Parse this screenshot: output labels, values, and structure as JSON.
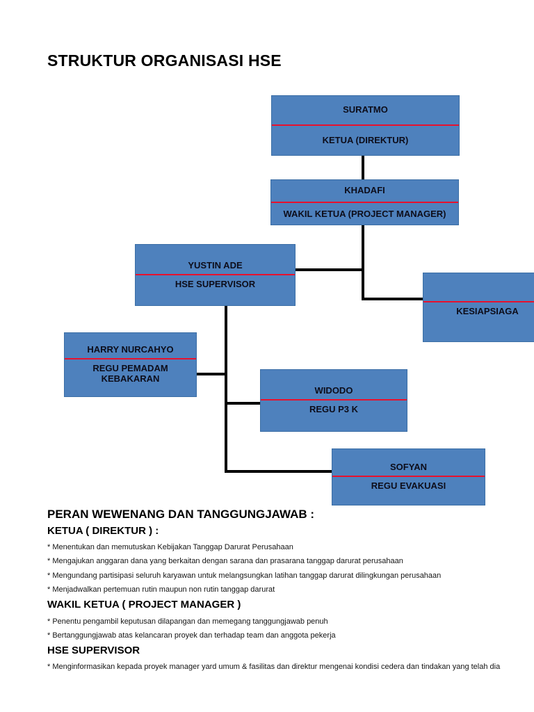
{
  "page": {
    "title": "STRUKTUR ORGANISASI HSE",
    "accent_blue": "#4E81BD",
    "divider_red": "#E8112D",
    "connector_black": "#000000"
  },
  "org_chart": {
    "nodes": [
      {
        "id": "direktur",
        "name": "SURATMO",
        "role": "KETUA (DIREKTUR)"
      },
      {
        "id": "wakil-ketua",
        "name": "KHADAFI",
        "role": "WAKIL KETUA (PROJECT MANAGER)"
      },
      {
        "id": "hse-supervisor",
        "name": "YUSTIN ADE",
        "role": "HSE SUPERVISOR"
      },
      {
        "id": "kesiapsiagaan",
        "name": "",
        "role": "KESIAPSIAGA"
      },
      {
        "id": "regu-pemadam",
        "name": "HARRY NURCAHYO",
        "role": "REGU PEMADAM KEBAKARAN"
      },
      {
        "id": "regu-p3k",
        "name": "WIDODO",
        "role": "REGU P3 K"
      },
      {
        "id": "regu-evakuasi",
        "name": "SOFYAN",
        "role": "REGU EVAKUASI"
      }
    ]
  },
  "responsibilities": {
    "heading": "PERAN WEWENANG DAN TANGGUNGJAWAB :",
    "sections": [
      {
        "title": "KETUA ( DIREKTUR ) :",
        "items": [
          "* Menentukan dan memutuskan Kebijakan Tanggap Darurat Perusahaan",
          "* Mengajukan anggaran dana yang berkaitan dengan sarana dan prasarana tanggap darurat perusahaan",
          "* Mengundang partisipasi seluruh karyawan untuk melangsungkan latihan tanggap darurat dilingkungan perusahaan",
          "* Menjadwalkan pertemuan rutin maupun non rutin tanggap darurat"
        ]
      },
      {
        "title": "WAKIL KETUA  ( PROJECT MANAGER )",
        "items": [
          "* Penentu pengambil keputusan dilapangan dan memegang tanggungjawab penuh",
          "* Bertanggungjawab atas kelancaran proyek dan terhadap team dan anggota pekerja"
        ]
      },
      {
        "title": "HSE SUPERVISOR",
        "items": [
          "* Menginformasikan kepada proyek manager yard umum  & fasilitas dan direktur mengenai kondisi cedera dan tindakan yang telah dia"
        ]
      }
    ]
  }
}
